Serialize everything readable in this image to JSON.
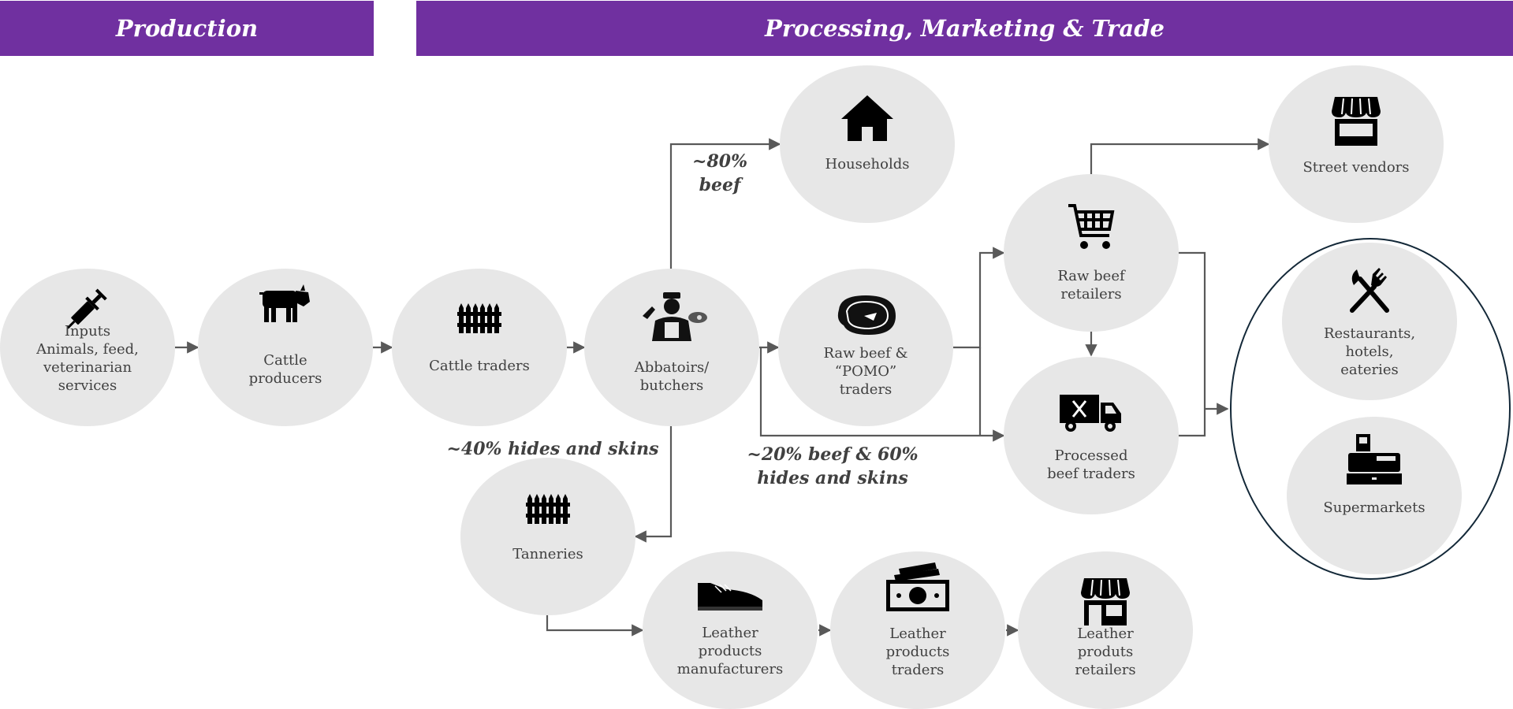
{
  "headers": {
    "production": "Production",
    "processing": "Processing, Marketing & Trade"
  },
  "nodes": {
    "inputs": {
      "label": "Inputs\nAnimals, feed,\nveterinarian\nservices",
      "icon": "syringe-icon"
    },
    "cattle_producers": {
      "label": "Cattle\nproducers",
      "icon": "cow-icon"
    },
    "cattle_traders": {
      "label": "Cattle traders",
      "icon": "fence-icon"
    },
    "abbatoirs": {
      "label": "Abbatoirs/\nbutchers",
      "icon": "butcher-icon"
    },
    "households": {
      "label": "Households",
      "icon": "house-icon"
    },
    "raw_beef_pomo": {
      "label": "Raw beef &\n“POMO”\ntraders",
      "icon": "steak-icon"
    },
    "raw_beef_retailers": {
      "label": "Raw beef\nretailers",
      "icon": "shopping-cart-icon"
    },
    "processed_beef": {
      "label": "Processed\nbeef traders",
      "icon": "delivery-truck-icon"
    },
    "street_vendors": {
      "label": "Street vendors",
      "icon": "storefront-icon"
    },
    "restaurants": {
      "label": "Restaurants,\nhotels,\neateries",
      "icon": "fork-knife-icon"
    },
    "supermarkets": {
      "label": "Supermarkets",
      "icon": "cash-register-icon"
    },
    "tanneries": {
      "label": "Tanneries",
      "icon": "fence-icon"
    },
    "leather_manufacturers": {
      "label": "Leather\nproducts\nmanufacturers",
      "icon": "shoe-icon"
    },
    "leather_traders": {
      "label": "Leather\nproducts\ntraders",
      "icon": "money-icon"
    },
    "leather_retailers": {
      "label": "Leather\nproduts\nretailers",
      "icon": "storefront-icon"
    }
  },
  "annotations": {
    "beef_80": "~80%\nbeef",
    "hides_40": "~40% hides and skins",
    "beef_20_hides_60": "~20% beef & 60%\nhides and skins"
  },
  "colors": {
    "header": "#7030a0",
    "node": "#e7e7e7",
    "arrow": "#595959",
    "ring": "#132838",
    "text": "#404040"
  }
}
